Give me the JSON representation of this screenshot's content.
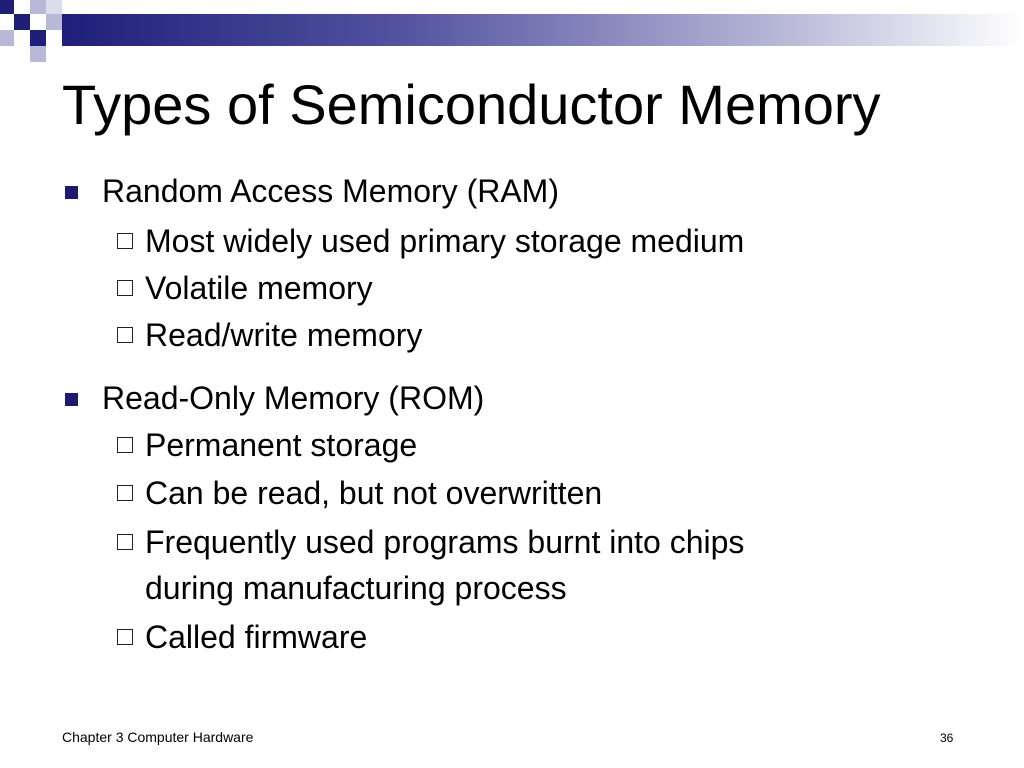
{
  "slide": {
    "title": "Types of Semiconductor Memory",
    "accent_colors": {
      "dark": "#1f1f7a",
      "mid": "#5252a0",
      "light": "#b8b8d8"
    },
    "bullets": [
      {
        "text": "Random Access Memory (RAM)",
        "icon": "filled-square-bullet-icon",
        "sub": [
          {
            "text": "Most widely used primary storage medium"
          },
          {
            "text": "Volatile memory"
          },
          {
            "text": "Read/write memory"
          }
        ]
      },
      {
        "text": "Read-Only Memory (ROM)",
        "icon": "filled-square-bullet-icon",
        "sub": [
          {
            "text": "Permanent storage"
          },
          {
            "text": "Can be read, but not overwritten"
          },
          {
            "text": "Frequently used programs burnt into chips",
            "continuation": "during manufacturing process"
          },
          {
            "text": "Called firmware"
          }
        ]
      }
    ],
    "sub_icon": "hollow-square-bullet-icon"
  },
  "footer": {
    "left": "Chapter 3 Computer Hardware",
    "page_number": "36"
  }
}
